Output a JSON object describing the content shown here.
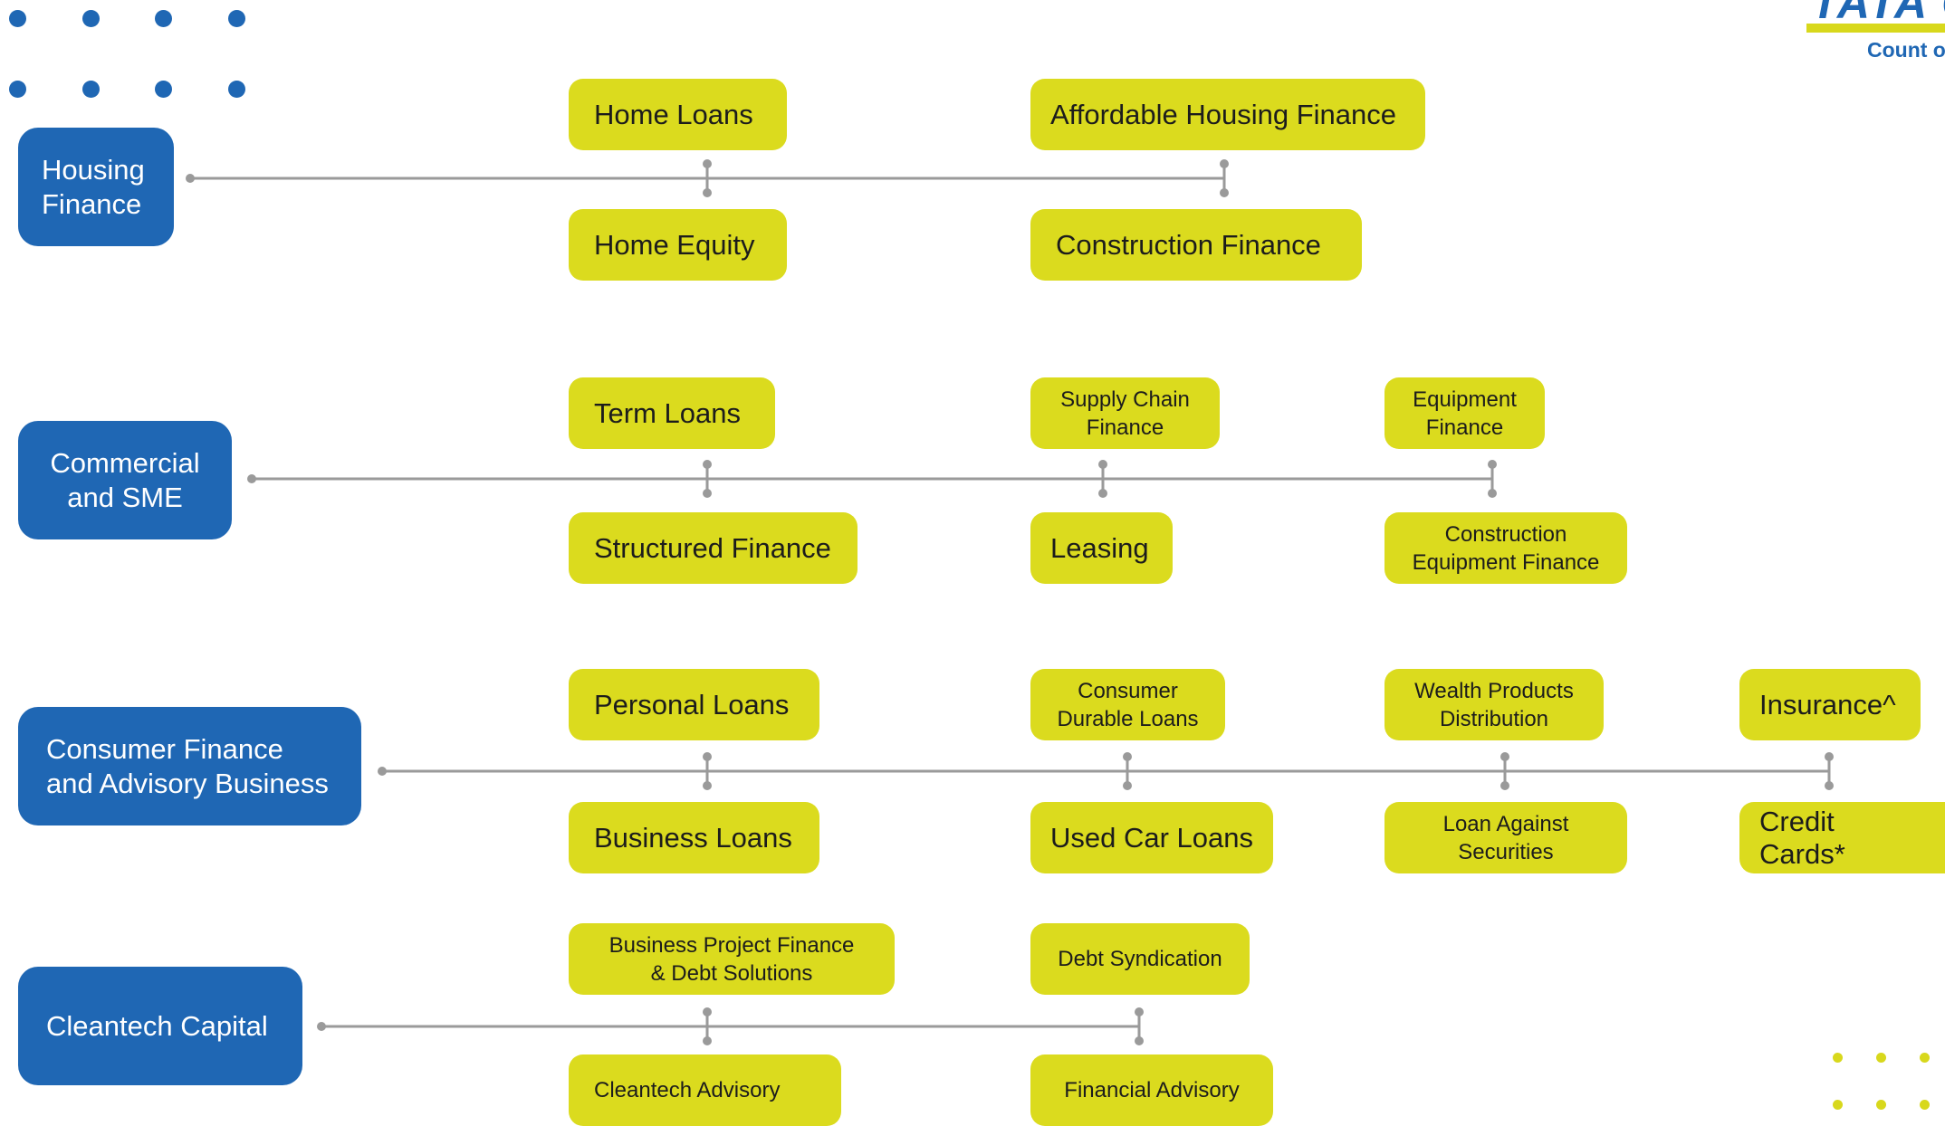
{
  "brand": {
    "wordmark": "TATA C",
    "tagline": "Count o"
  },
  "colors": {
    "category_bg": "#1f67b4",
    "product_bg": "#dbdb1e",
    "connector": "#9a9a9a"
  },
  "categories": [
    {
      "label": "Housing\nFinance",
      "products": [
        [
          "Home Loans",
          "Home Equity"
        ],
        [
          "Affordable Housing Finance",
          "Construction Finance"
        ]
      ]
    },
    {
      "label": "Commercial\nand SME",
      "products": [
        [
          "Term Loans",
          "Structured Finance"
        ],
        [
          "Supply Chain\nFinance",
          "Leasing"
        ],
        [
          "Equipment\nFinance",
          "Construction\nEquipment Finance"
        ]
      ]
    },
    {
      "label": "Consumer Finance\nand Advisory Business",
      "products": [
        [
          "Personal Loans",
          "Business Loans"
        ],
        [
          "Consumer\nDurable Loans",
          "Used Car Loans"
        ],
        [
          "Wealth Products\nDistribution",
          "Loan Against\nSecurities"
        ],
        [
          "Insurance^",
          "Credit Cards*"
        ]
      ]
    },
    {
      "label": "Cleantech Capital",
      "products": [
        [
          "Business Project Finance\n& Debt Solutions",
          "Cleantech Advisory"
        ],
        [
          "Debt Syndication",
          "Financial Advisory"
        ]
      ]
    }
  ]
}
